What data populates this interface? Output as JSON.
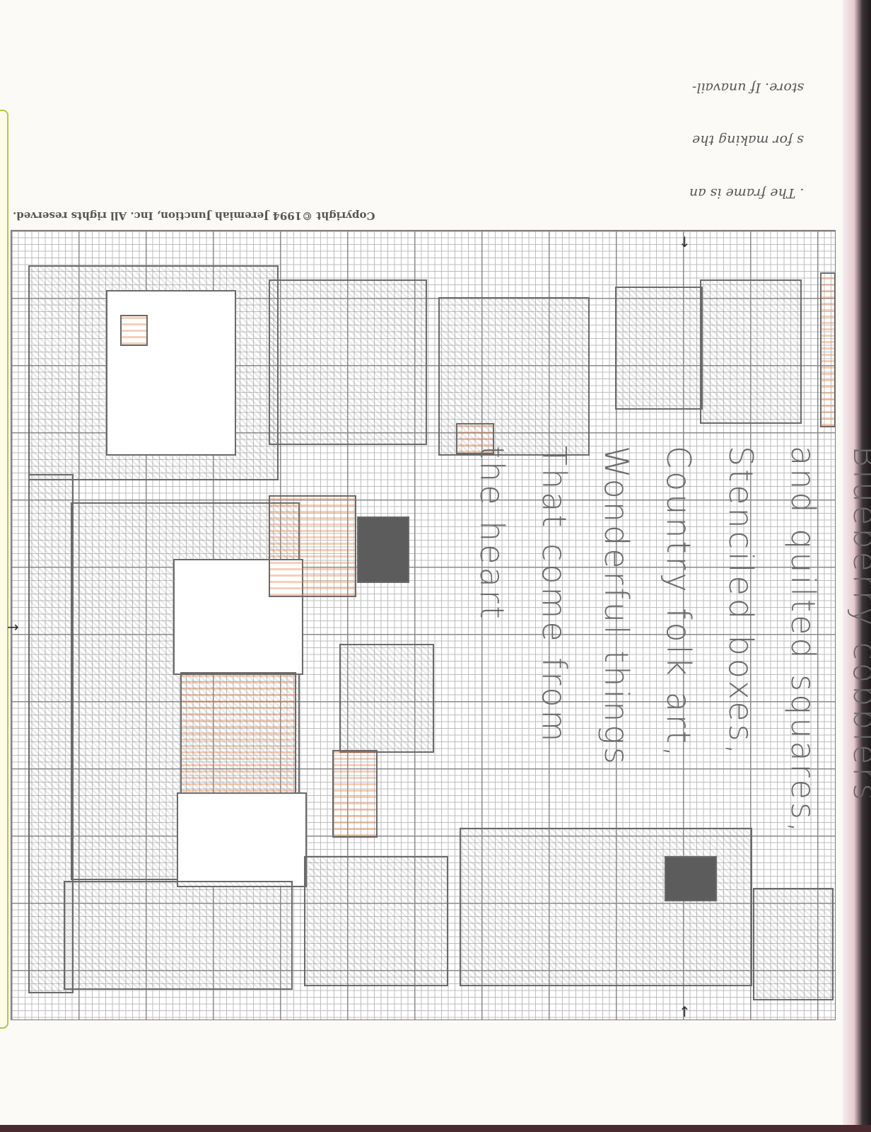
{
  "side_notes": [
    "store. If unavail-",
    "s for making the",
    ". The frame is an"
  ],
  "copyright": "Copyright ©1994 Jeremiah Junction, Inc. All rights reserved.",
  "verse_lines": [
    "Blueberry cobblers",
    "and quilted squares,",
    "Stenciled boxes,",
    "Country folk art,",
    "Wonderful things",
    "That come from",
    "the heart"
  ],
  "colors": {
    "grid": "#8a8a8a",
    "symbol": "#6a6a6a",
    "accent": "#e6783c",
    "tab_border": "#b9c44a"
  },
  "icons": [
    "center-arrow-down-icon",
    "center-arrow-up-icon",
    "center-arrow-right-icon"
  ]
}
